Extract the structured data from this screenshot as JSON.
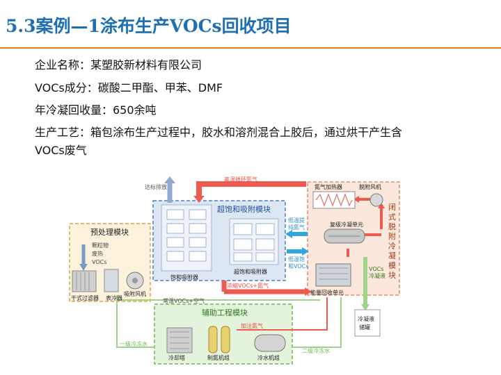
{
  "slide": {
    "title": "5.3案例—1涂布生产VOCs回收项目",
    "info_lines": [
      "企业名称：某塑胶新材料有限公司",
      "VOCs成分：碳酸二甲酯、甲苯、DMF",
      "年冷凝回收量：650余吨",
      "生产工艺：箱包涂布生产过程中，胶水和溶剂混合上胶后，通过烘干产生含",
      "VOCs废气"
    ]
  },
  "diagram": {
    "modules": {
      "pretreat": "预处理模块",
      "adsorb": "超饱和吸附模块",
      "condense_lines": [
        "闭",
        "式",
        "脱",
        "附",
        "冷",
        "凝",
        "模",
        "块"
      ],
      "aux": "辅助工程模块"
    },
    "components": {
      "dry_filter": "干式过滤器",
      "surface_cooler": "表冷器",
      "suction_fan": "吸附风机",
      "saturated_adsorber": "饱和吸附器",
      "supersat_adsorber": "超饱和吸附器",
      "nitrogen_heater": "氮气加热器",
      "desorb_fan": "脱附风机",
      "multi_condenser": "复级冷凝单元",
      "energy_recovery": "能量回收单元",
      "cooling_tower": "冷却塔",
      "nitrogen_unit": "制氮机组",
      "chiller_unit": "冷水机组",
      "condensate_tank_lines": [
        "冷凝液",
        "储罐"
      ]
    },
    "flows": {
      "discharge": "达标排放",
      "hot_nitrogen": "高温循环氮气",
      "inlet_lines": [
        "颗粒物",
        "废热",
        "VOCs"
      ],
      "low_temp_lean_lines": [
        "低温提",
        "纯氮气"
      ],
      "low_temp_sat_lines": [
        "低温饱",
        "和VOCs"
      ],
      "concentrated": "浓缩VOCs+氮气",
      "voc_condensate_lines": [
        "VOCs",
        "冷凝液"
      ],
      "ambient": "常温VOCs+空气",
      "add_nitrogen": "加注氮气",
      "primary_chilled": "一级冷冻水",
      "secondary_chilled": "二级冷冻水"
    }
  }
}
